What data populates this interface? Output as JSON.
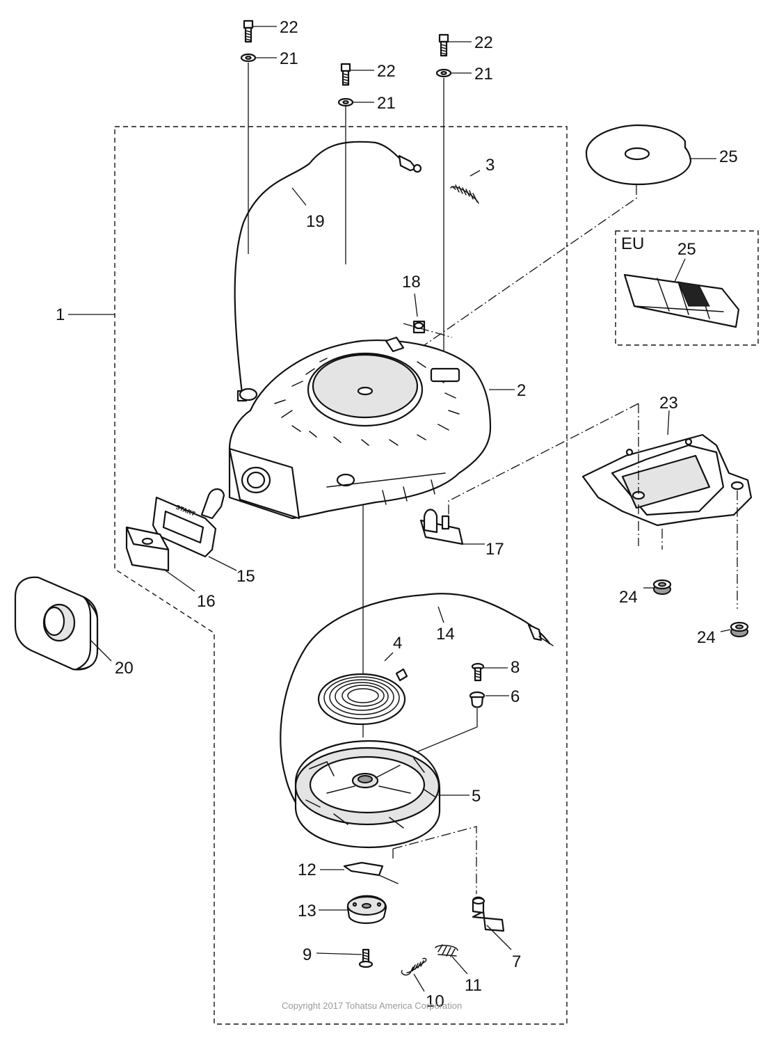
{
  "callouts": [
    {
      "id": "lbl-1",
      "text": "1"
    },
    {
      "id": "lbl-2",
      "text": "2"
    },
    {
      "id": "lbl-3",
      "text": "3"
    },
    {
      "id": "lbl-4",
      "text": "4"
    },
    {
      "id": "lbl-5",
      "text": "5"
    },
    {
      "id": "lbl-6",
      "text": "6"
    },
    {
      "id": "lbl-7",
      "text": "7"
    },
    {
      "id": "lbl-8",
      "text": "8"
    },
    {
      "id": "lbl-9",
      "text": "9"
    },
    {
      "id": "lbl-10",
      "text": "10"
    },
    {
      "id": "lbl-11",
      "text": "11"
    },
    {
      "id": "lbl-12",
      "text": "12"
    },
    {
      "id": "lbl-13",
      "text": "13"
    },
    {
      "id": "lbl-14",
      "text": "14"
    },
    {
      "id": "lbl-15",
      "text": "15"
    },
    {
      "id": "lbl-16",
      "text": "16"
    },
    {
      "id": "lbl-17",
      "text": "17"
    },
    {
      "id": "lbl-18",
      "text": "18"
    },
    {
      "id": "lbl-19",
      "text": "19"
    },
    {
      "id": "lbl-20",
      "text": "20"
    },
    {
      "id": "lbl-21a",
      "text": "21"
    },
    {
      "id": "lbl-21b",
      "text": "21"
    },
    {
      "id": "lbl-21c",
      "text": "21"
    },
    {
      "id": "lbl-22a",
      "text": "22"
    },
    {
      "id": "lbl-22b",
      "text": "22"
    },
    {
      "id": "lbl-22c",
      "text": "22"
    },
    {
      "id": "lbl-23",
      "text": "23"
    },
    {
      "id": "lbl-24a",
      "text": "24"
    },
    {
      "id": "lbl-24b",
      "text": "24"
    },
    {
      "id": "lbl-25a",
      "text": "25"
    },
    {
      "id": "lbl-25b",
      "text": "25"
    }
  ],
  "eu_box": {
    "title": "EU"
  },
  "handle_text": "START",
  "copyright": "Copyright 2017 Tohatsu America Corporation"
}
